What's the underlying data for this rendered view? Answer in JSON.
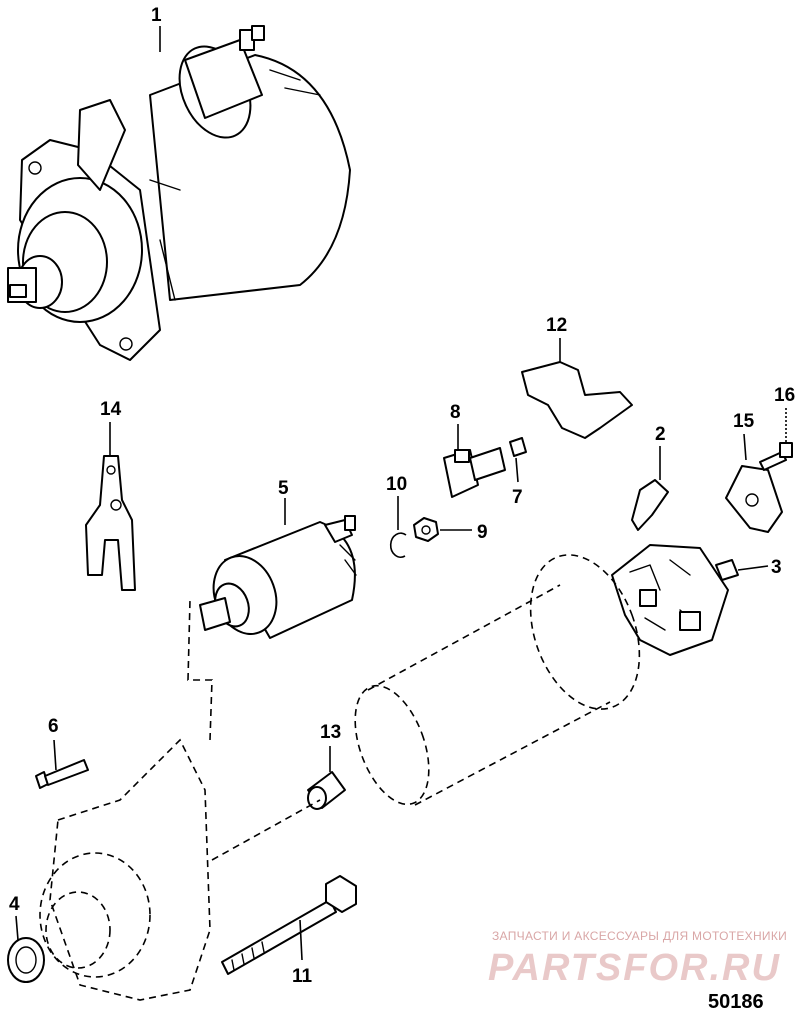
{
  "callouts": [
    {
      "id": "1",
      "label": "1"
    },
    {
      "id": "2",
      "label": "2"
    },
    {
      "id": "3",
      "label": "3"
    },
    {
      "id": "4",
      "label": "4"
    },
    {
      "id": "5",
      "label": "5"
    },
    {
      "id": "6",
      "label": "6"
    },
    {
      "id": "7",
      "label": "7"
    },
    {
      "id": "8",
      "label": "8"
    },
    {
      "id": "9",
      "label": "9"
    },
    {
      "id": "10",
      "label": "10"
    },
    {
      "id": "11",
      "label": "11"
    },
    {
      "id": "12",
      "label": "12"
    },
    {
      "id": "13",
      "label": "13"
    },
    {
      "id": "14",
      "label": "14"
    },
    {
      "id": "15",
      "label": "15"
    },
    {
      "id": "16",
      "label": "16"
    }
  ],
  "watermark": {
    "tagline": "ЗАПЧАСТИ И АКСЕССУАРЫ ДЛЯ МОТОТЕХНИКИ",
    "brand": "PARTSFOR.RU"
  },
  "figure_number": "50186"
}
